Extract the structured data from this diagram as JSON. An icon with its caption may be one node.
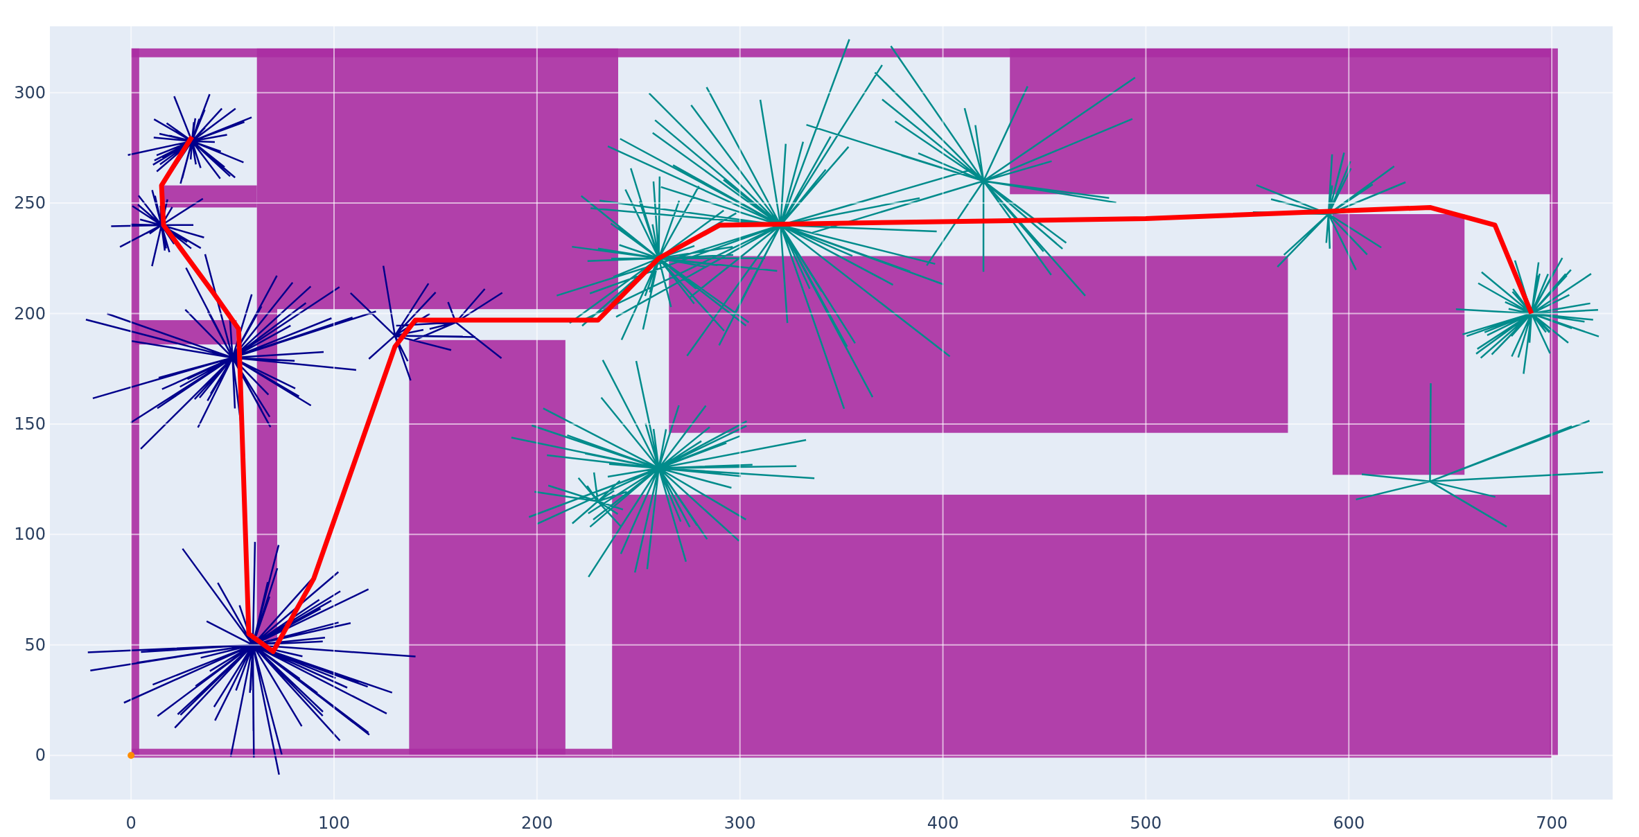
{
  "diagram": {
    "chart_data": {
      "type": "line",
      "x": [
        30,
        15,
        16,
        40,
        53,
        58,
        70,
        90,
        130,
        140,
        230,
        260,
        290,
        500,
        640,
        672,
        690
      ],
      "series": [
        {
          "color": "#ff0000",
          "values": [
            280,
            258,
            240,
            210,
            193,
            55,
            47,
            80,
            185,
            197,
            197,
            225,
            240,
            243,
            248,
            240,
            200
          ]
        }
      ],
      "xlim": [
        -40,
        730
      ],
      "ylim": [
        -20,
        330
      ],
      "xticks": [
        0,
        100,
        200,
        300,
        400,
        500,
        600,
        700
      ],
      "yticks": [
        0,
        50,
        100,
        150,
        200,
        250,
        300
      ],
      "grid": true
    }
  }
}
